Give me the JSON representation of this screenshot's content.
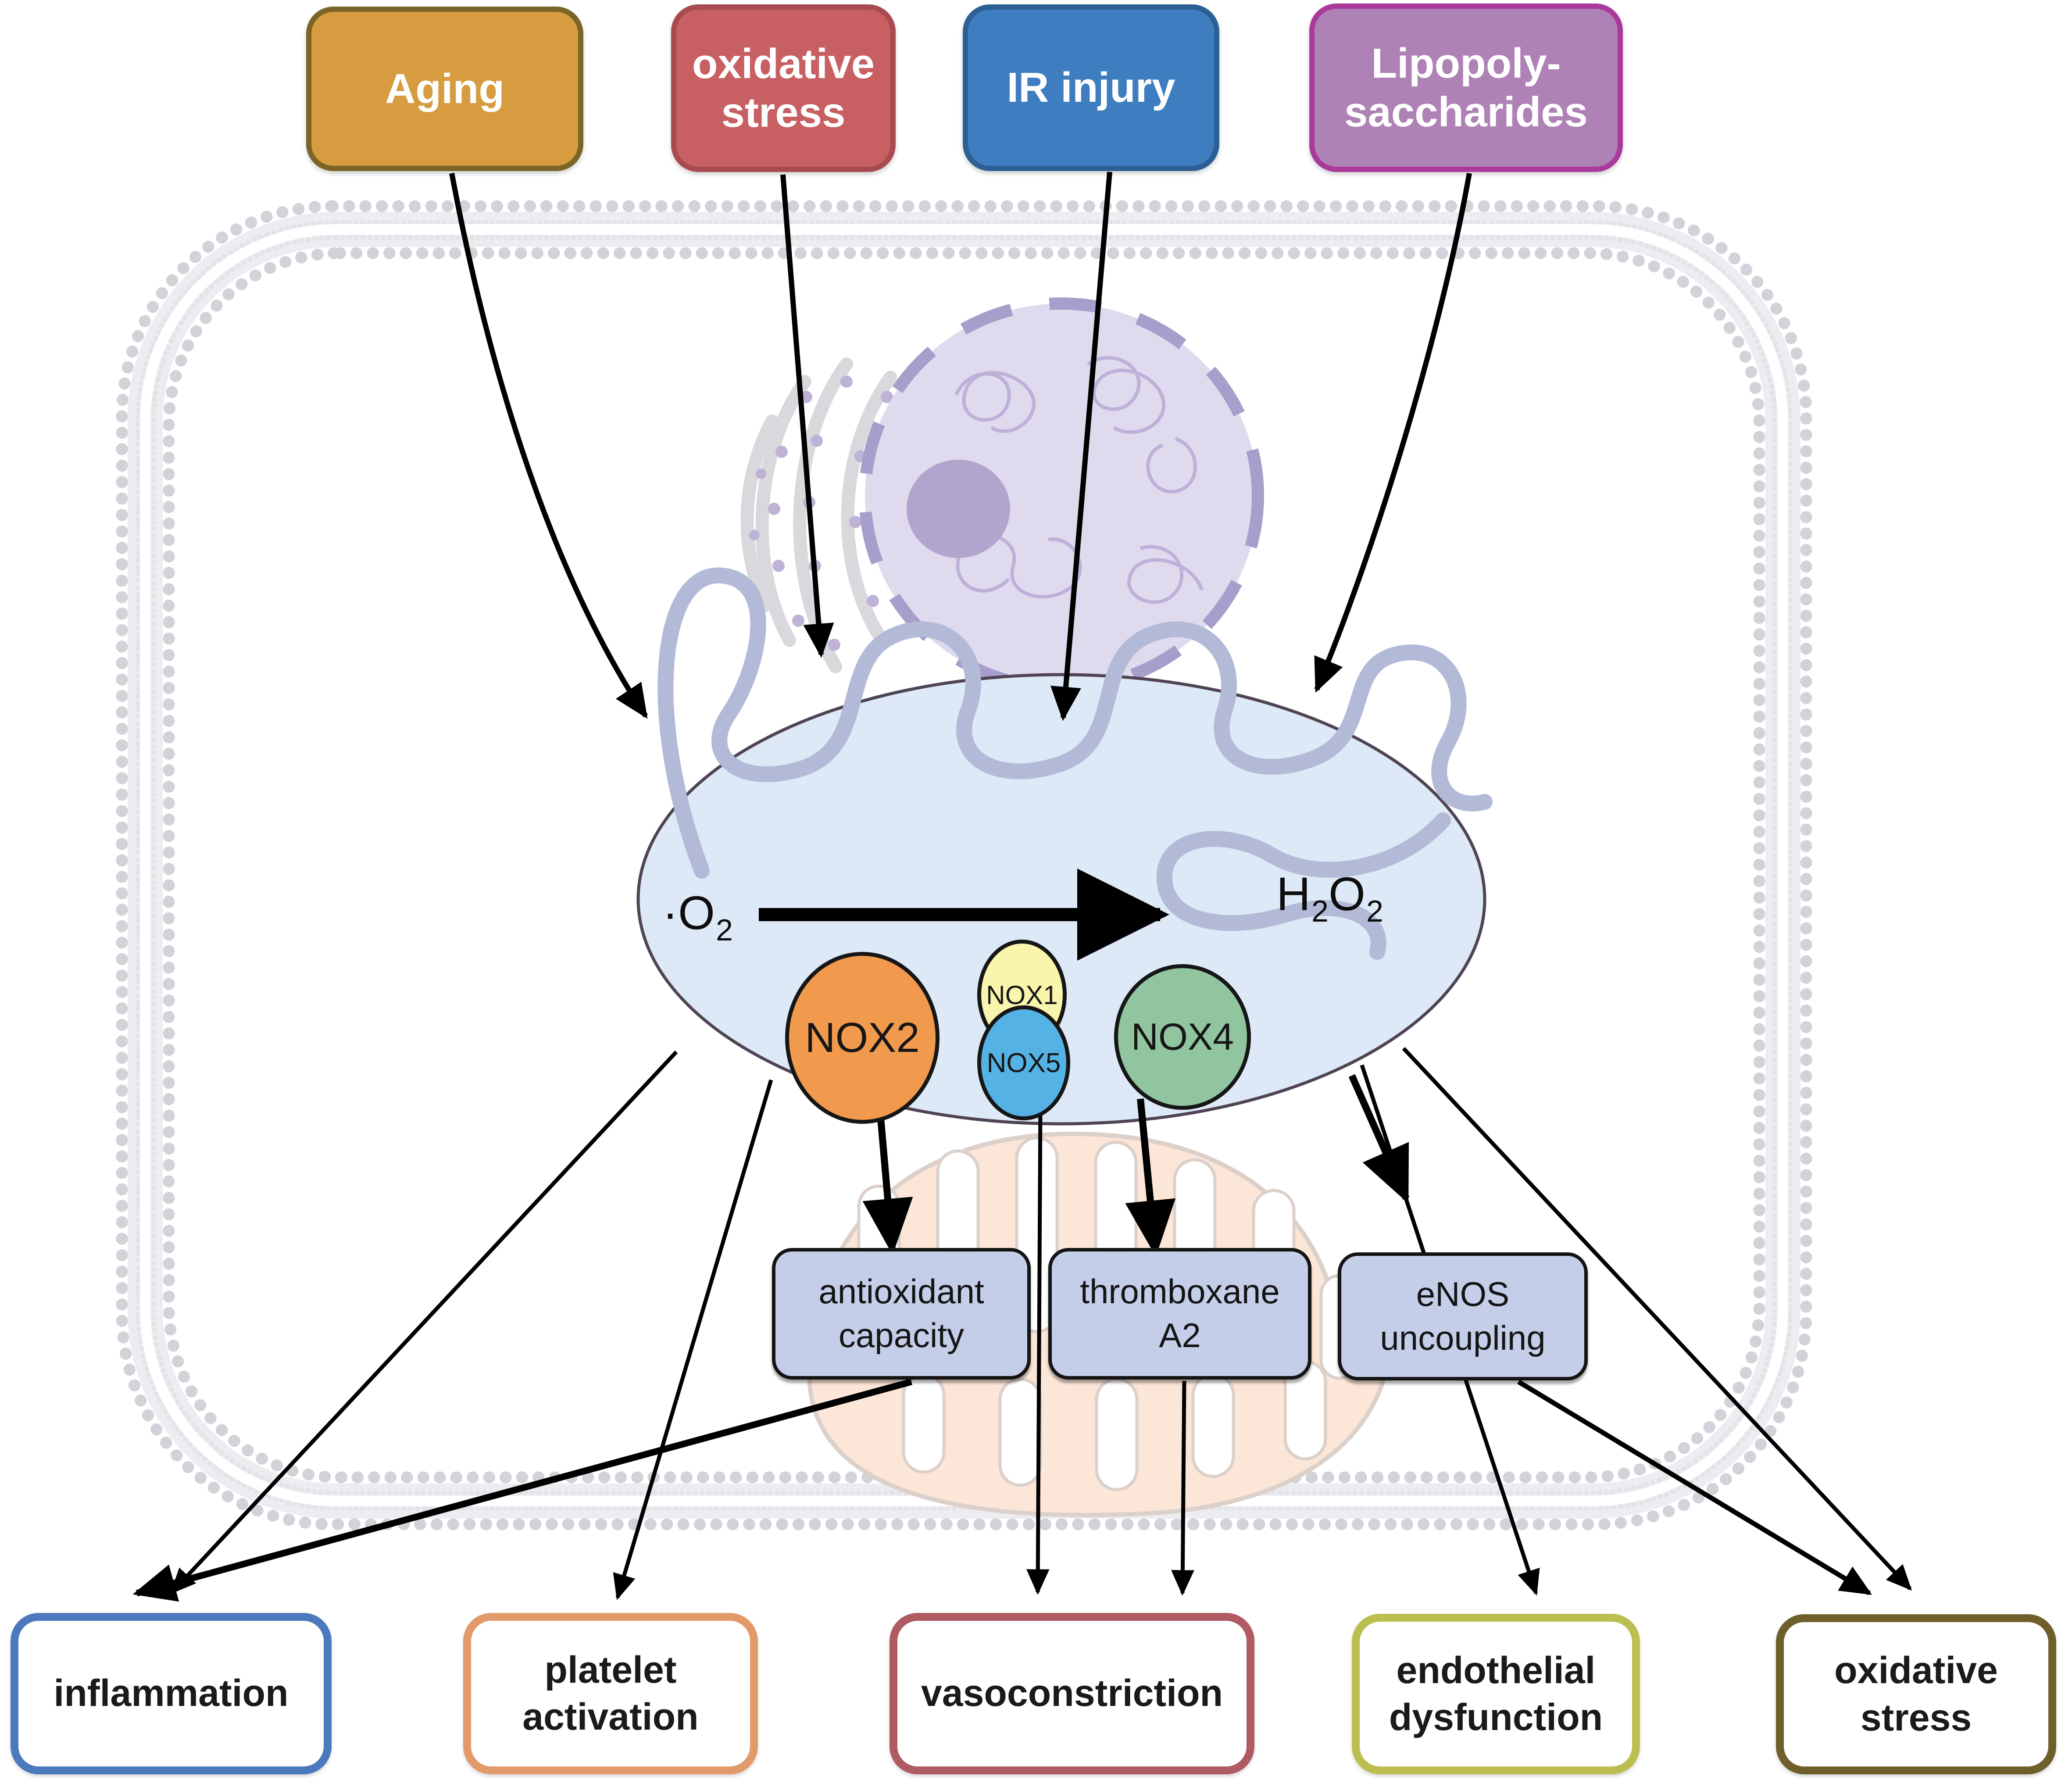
{
  "figure": {
    "description_labels_only": "NOX pathway cell diagram",
    "background": "#ffffff"
  },
  "top_boxes": [
    {
      "label": "Aging",
      "fill": "#D69C3F",
      "border": "#7A6426"
    },
    {
      "label": "oxidative\nstress",
      "fill": "#C75F63",
      "border": "#A84A50"
    },
    {
      "label": "IR injury",
      "fill": "#3E7EC0",
      "border": "#2D5F95"
    },
    {
      "label": "Lipopoly-\nsaccharides",
      "fill": "#AF82B6",
      "border": "#A93A9B"
    }
  ],
  "nox_compartment": {
    "superoxide": {
      "text": "·O",
      "sub": "2"
    },
    "peroxide": {
      "p1": "H",
      "s1": "2",
      "p2": "O",
      "s2": "2"
    },
    "enzymes": [
      {
        "name": "NOX2",
        "fill": "#F1994D",
        "font": "96px"
      },
      {
        "name": "NOX1",
        "fill": "#F9F5AC",
        "font": "60px"
      },
      {
        "name": "NOX5",
        "fill": "#55B2E5",
        "font": "62px"
      },
      {
        "name": "NOX4",
        "fill": "#90C59F",
        "font": "86px"
      }
    ]
  },
  "middle_boxes": [
    {
      "label": "antioxidant\ncapacity",
      "fill": "#C4CEE9"
    },
    {
      "label": "thromboxane\nA2",
      "fill": "#C4CEE9"
    },
    {
      "label": "eNOS\nuncoupling",
      "fill": "#C4CEE9"
    }
  ],
  "bottom_boxes": [
    {
      "label": "inflammation",
      "border": "#4C79BE"
    },
    {
      "label": "platelet\nactivation",
      "border": "#E29A6B"
    },
    {
      "label": "vasoconstriction",
      "border": "#B05A63"
    },
    {
      "label": "endothelial\ndysfunction",
      "border": "#BCBE50"
    },
    {
      "label": "oxidative\nstress",
      "border": "#6F5F2C"
    }
  ],
  "organelle_colors": {
    "cell_membrane_dots": "#D2D2D8",
    "nox_compartment_fill": "#DDE9F6",
    "nox_compartment_border": "#4F4354",
    "nucleus_fill": "#E0DAEE",
    "nucleus_border": "#A79ECB",
    "er_tube": "#B3BAD7",
    "mitochondrion_fill": "#FCE6D8",
    "arrow_color": "#000000"
  }
}
